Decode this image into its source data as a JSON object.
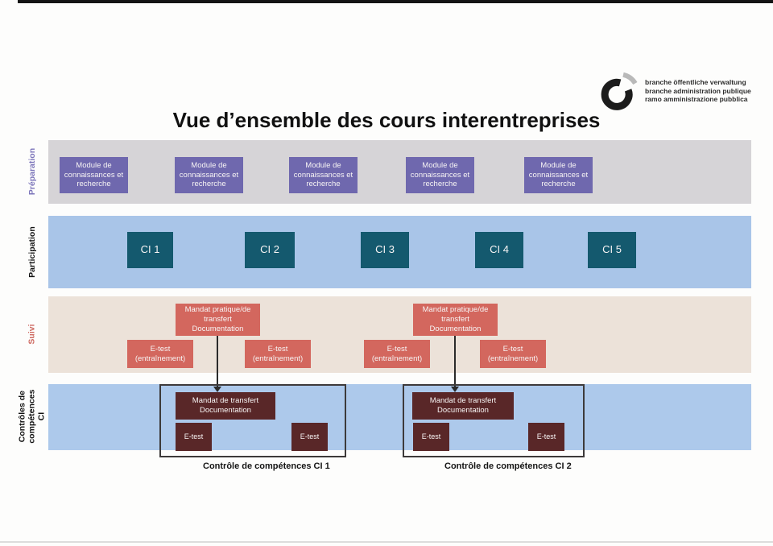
{
  "title": "Vue d’ensemble des cours interentreprises",
  "logo": {
    "mark": "open-ring-logo",
    "lines": [
      "branche öffentliche verwaltung",
      "branche administration publique",
      "ramo amministrazione pubblica"
    ]
  },
  "colors": {
    "band_preparation": "#d6d4d7",
    "band_participation": "#a9c5e8",
    "band_suivi": "#ece2d9",
    "band_controles": "#adc9eb",
    "box_module": "#6f68ae",
    "box_ci": "#14596e",
    "box_suivi": "#d3675e",
    "box_controle": "#592728",
    "label_preparation": "#7c75ba",
    "label_suivi": "#ce6a61",
    "group_border": "#3d3a3a"
  },
  "rows": {
    "preparation": {
      "label": "Préparation",
      "modules": [
        "Module de\nconnaissances et\nrecherche",
        "Module de\nconnaissances et\nrecherche",
        "Module de\nconnaissances et\nrecherche",
        "Module de\nconnaissances et\nrecherche",
        "Module de\nconnaissances et\nrecherche"
      ]
    },
    "participation": {
      "label": "Participation",
      "courses": [
        "CI 1",
        "CI 2",
        "CI 3",
        "CI 4",
        "CI 5"
      ]
    },
    "suivi": {
      "label": "Suivi",
      "mandats": [
        "Mandat pratique/de\ntransfert\nDocumentation",
        "Mandat pratique/de\ntransfert\nDocumentation"
      ],
      "etests": [
        "E-test\n(entraînement)",
        "E-test\n(entraînement)",
        "E-test\n(entraînement)",
        "E-test\n(entraînement)"
      ]
    },
    "controles": {
      "label": "Contrôles de\ncompétences CI",
      "mandats": [
        "Mandat de transfert\nDocumentation",
        "Mandat de transfert\nDocumentation"
      ],
      "etests": [
        "E-test",
        "E-test",
        "E-test",
        "E-test"
      ],
      "captions": [
        "Contrôle de compétences CI 1",
        "Contrôle de compétences CI 2"
      ]
    }
  }
}
